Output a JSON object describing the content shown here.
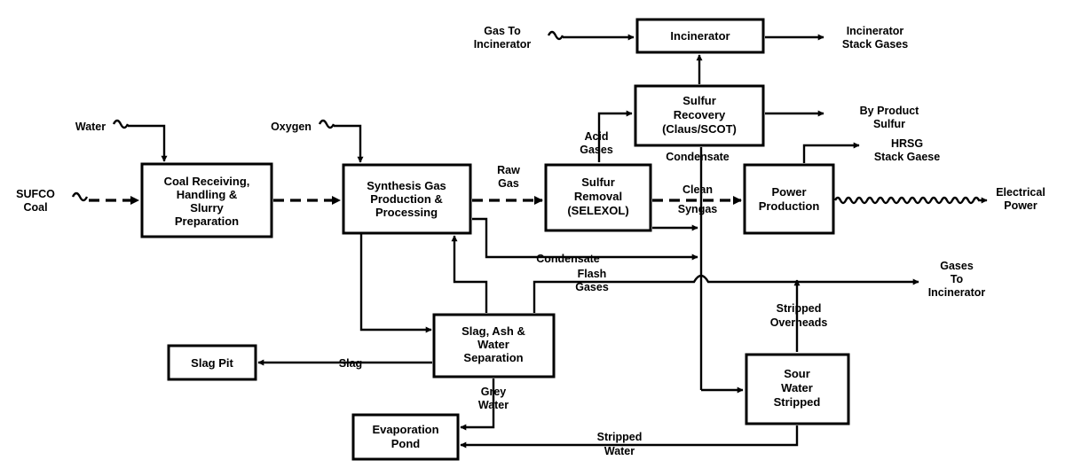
{
  "boxes": {
    "coal_prep": [
      "Coal Receiving,",
      "Handling &",
      "Slurry",
      "Preparation"
    ],
    "syngas": [
      "Synthesis Gas",
      "Production &",
      "Processing"
    ],
    "sulfur_removal": [
      "Sulfur",
      "Removal",
      "(SELEXOL)"
    ],
    "power": [
      "Power",
      "Production"
    ],
    "incinerator": [
      "Incinerator"
    ],
    "sulfur_recovery": [
      "Sulfur",
      "Recovery",
      "(Claus/SCOT)"
    ],
    "slag_sep": [
      "Slag, Ash &",
      "Water",
      "Separation"
    ],
    "slag_pit": [
      "Slag Pit"
    ],
    "evap_pond": [
      "Evaporation",
      "Pond"
    ],
    "sour_water": [
      "Sour",
      "Water",
      "Stripped"
    ]
  },
  "labels": {
    "sufco_coal": [
      "SUFCO",
      "Coal"
    ],
    "water": [
      "Water"
    ],
    "oxygen": [
      "Oxygen"
    ],
    "raw_gas": [
      "Raw",
      "Gas"
    ],
    "clean_syngas": [
      "Clean",
      "Syngas"
    ],
    "electrical_power": [
      "Electrical",
      "Power"
    ],
    "gas_to_incinerator": [
      "Gas To",
      "Incinerator"
    ],
    "incinerator_stack": [
      "Incinerator",
      "Stack Gases"
    ],
    "acid_gases": [
      "Acid",
      "Gases"
    ],
    "byproduct_sulfur": [
      "By Product",
      "Sulfur"
    ],
    "condensate_top": [
      "Condensate"
    ],
    "hrsg": [
      "HRSG",
      "Stack Gaese"
    ],
    "condensate_mid": [
      "Condensate"
    ],
    "flash_gases": [
      "Flash",
      "Gases"
    ],
    "gases_to_incinerator": [
      "Gases",
      "To",
      "Incinerator"
    ],
    "stripped_overheads": [
      "Stripped",
      "Overheads"
    ],
    "slag": [
      "Slag"
    ],
    "grey_water": [
      "Grey",
      "Water"
    ],
    "stripped_water": [
      "Stripped",
      "Water"
    ]
  }
}
